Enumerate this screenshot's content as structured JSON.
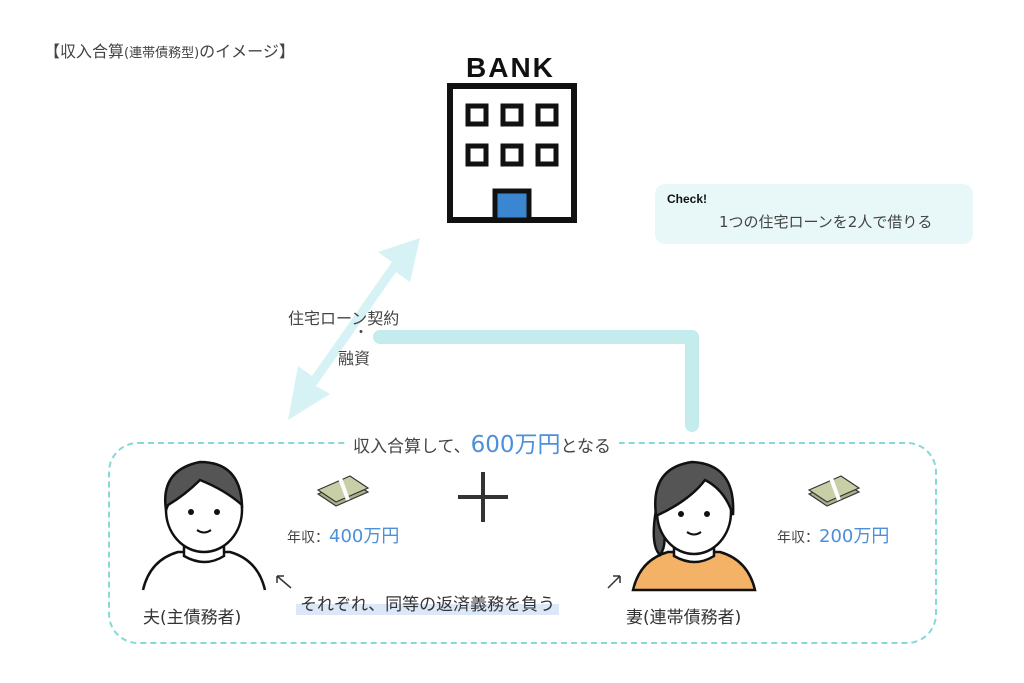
{
  "title": {
    "main": "【収入合算",
    "sub": "(連帯債務型)",
    "tail": "のイメージ】"
  },
  "bank": {
    "label": "BANK"
  },
  "check": {
    "title": "Check!",
    "text": "1つの住宅ローンを2人で借りる"
  },
  "loan": {
    "line1": "住宅ローン契約",
    "dot": "・",
    "line2": "融資"
  },
  "heading": {
    "pre": "収入合算して、",
    "amount": "600万円",
    "post": "となる"
  },
  "husband": {
    "role": "夫(主債務者)",
    "income_label": "年収：",
    "income_value": "400万円"
  },
  "wife": {
    "role": "妻(連帯債務者)",
    "income_label": "年収：",
    "income_value": "200万円"
  },
  "duty": "それぞれ、同等の返済義務を負う",
  "colors": {
    "accent": "#4d8fd9",
    "door": "#3a86d0",
    "shirt": "#f4b266",
    "arrow": "#d6f2f5"
  }
}
